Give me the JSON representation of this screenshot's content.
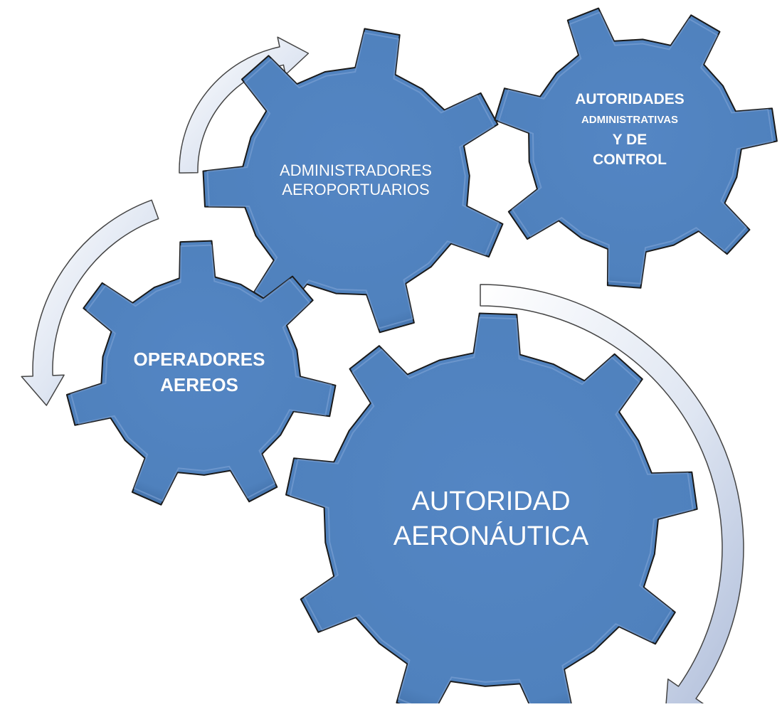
{
  "colors": {
    "gear_fill": "#4F81BD",
    "gear_stroke": "#1a1a1a",
    "arrow_light": "#ffffff",
    "arrow_dark": "#b8c5df"
  },
  "gears": {
    "admin": {
      "line1": "ADMINISTRADORES",
      "line2": "AEROPORTUARIOS"
    },
    "authorities": {
      "line1": "AUTORIDADES",
      "line2": "ADMINISTRATIVAS",
      "line3": "Y DE",
      "line4": "CONTROL"
    },
    "operators": {
      "line1": "OPERADORES",
      "line2": "AEREOS"
    },
    "aeronautical": {
      "line1": "AUTORIDAD",
      "line2": "AERONÁUTICA"
    }
  },
  "arrows": [
    "curved-arrow-icon",
    "curved-arrow-icon",
    "curved-arrow-icon"
  ]
}
